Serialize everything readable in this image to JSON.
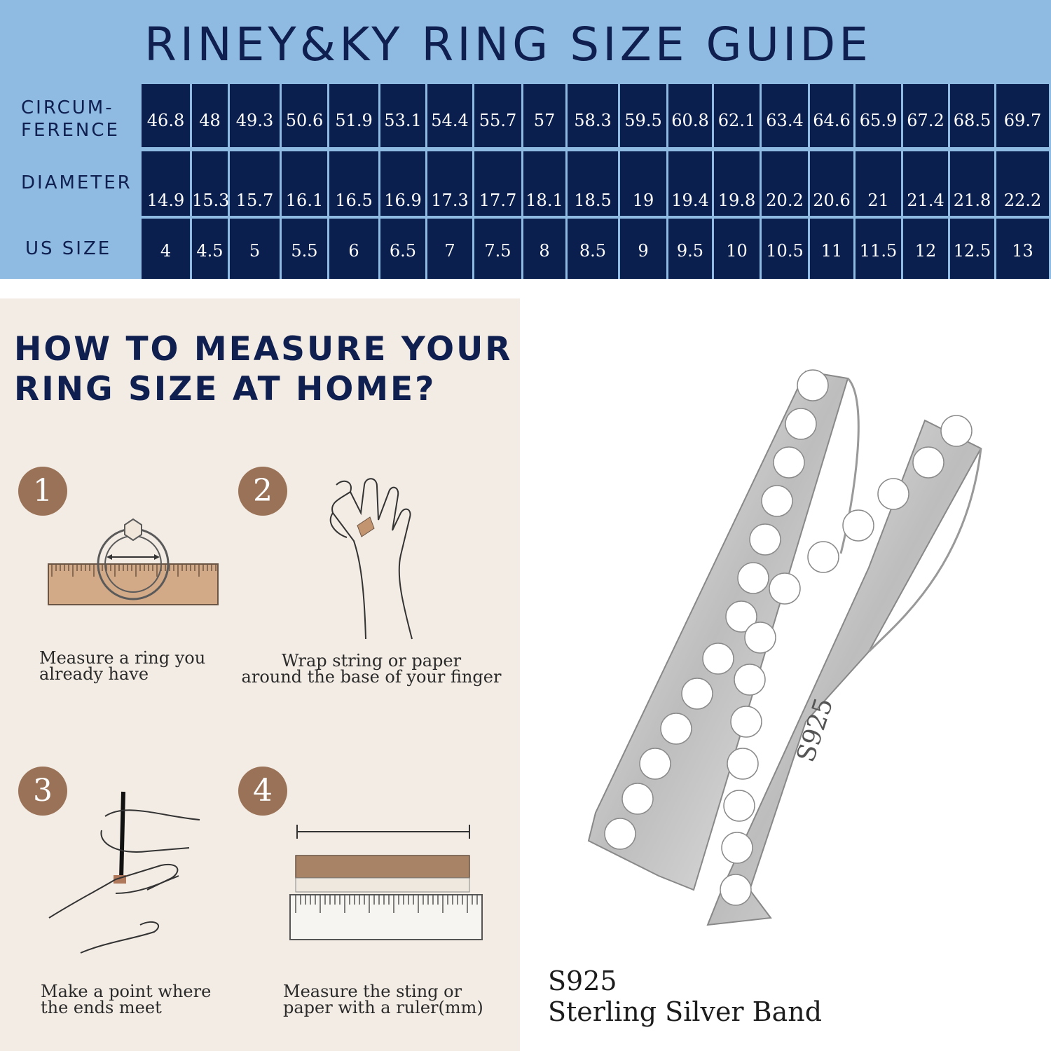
{
  "title": "RINEY&KY RING SIZE GUIDE",
  "colors": {
    "header_bg": "#8fbbe3",
    "cell_bg": "#0b1f4f",
    "title_text": "#0f1f4f",
    "step_badge": "#9a7257",
    "panel_bg": "#f3ece4"
  },
  "size_table": {
    "rows": [
      {
        "label_line1": "CIRCUM-",
        "label_line2": "FERENCE",
        "values": [
          "46.8",
          "48",
          "49.3",
          "50.6",
          "51.9",
          "53.1",
          "54.4",
          "55.7",
          "57",
          "58.3",
          "59.5",
          "60.8",
          "62.1",
          "63.4",
          "64.6",
          "65.9",
          "67.2",
          "68.5",
          "69.7"
        ]
      },
      {
        "label_line1": "DIAMETER",
        "label_line2": "",
        "values": [
          "14.9",
          "15.3",
          "15.7",
          "16.1",
          "16.5",
          "16.9",
          "17.3",
          "17.7",
          "18.1",
          "18.5",
          "19",
          "19.4",
          "19.8",
          "20.2",
          "20.6",
          "21",
          "21.4",
          "21.8",
          "22.2"
        ]
      },
      {
        "label_line1": "US SIZE",
        "label_line2": "",
        "values": [
          "4",
          "4.5",
          "5",
          "5.5",
          "6",
          "6.5",
          "7",
          "7.5",
          "8",
          "8.5",
          "9",
          "9.5",
          "10",
          "10.5",
          "11",
          "11.5",
          "12",
          "12.5",
          "13"
        ]
      }
    ]
  },
  "howto": {
    "line1": "HOW TO MEASURE YOUR",
    "line2": "RING SIZE AT HOME?"
  },
  "steps": [
    {
      "number": "1",
      "line1": "Measure a ring you",
      "line2": "already have",
      "icon": "ring-on-ruler-icon"
    },
    {
      "number": "2",
      "line1": "Wrap string or paper",
      "line2": "around the base of your finger",
      "icon": "hand-wrap-icon"
    },
    {
      "number": "3",
      "line1": "Make a point where",
      "line2": "the ends meet",
      "icon": "hand-pen-mark-icon"
    },
    {
      "number": "4",
      "line1": "Measure the sting or",
      "line2": "paper with a ruler(mm)",
      "icon": "paper-on-ruler-icon"
    }
  ],
  "product": {
    "line1": "S925",
    "line2": "Sterling Silver Band",
    "engraving": "S925",
    "image": "crossover-ring-image"
  }
}
